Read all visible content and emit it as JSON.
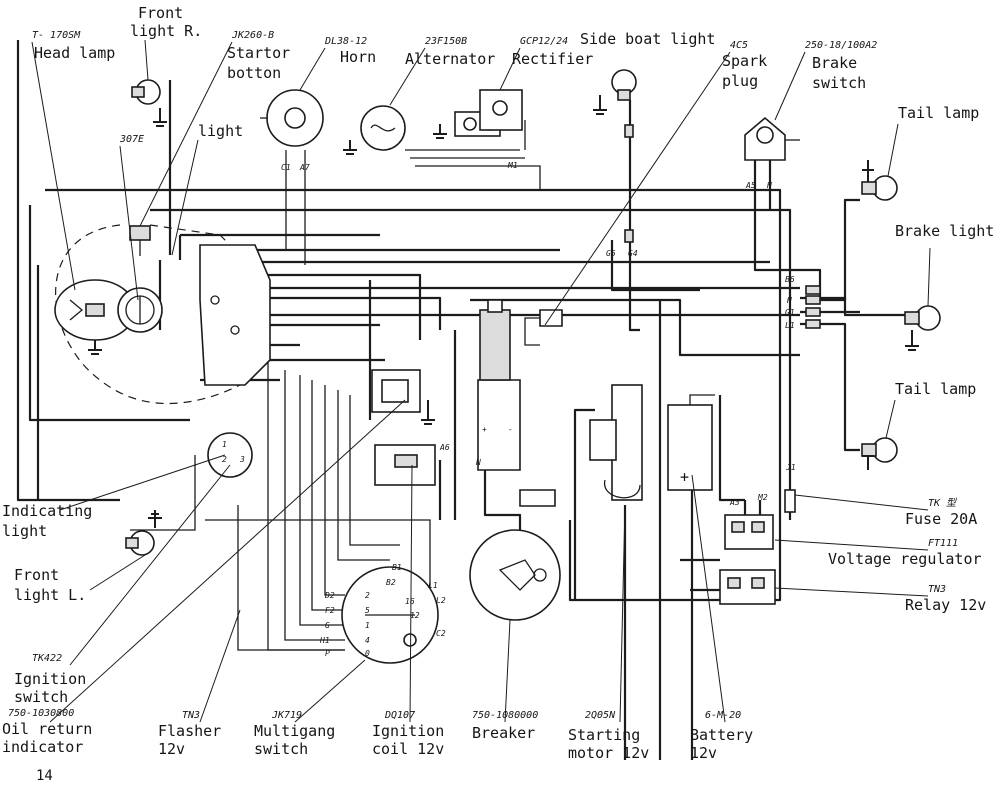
{
  "page_number": "14",
  "components": [
    {
      "id": "head_lamp",
      "code": "T- 170SM",
      "label": [
        "Head lamp"
      ]
    },
    {
      "id": "front_light_r",
      "code": "",
      "label": [
        "Front",
        "light R."
      ]
    },
    {
      "id": "startor_button",
      "code": "JK260-B",
      "label": [
        "Startor",
        "botton"
      ]
    },
    {
      "id": "horn",
      "code": "DL38-12",
      "label": [
        "Horn"
      ]
    },
    {
      "id": "alternator",
      "code": "23F150B",
      "label": [
        "Alternator"
      ]
    },
    {
      "id": "rectifier",
      "code": "GCP12/24",
      "label": [
        "Rectifier"
      ]
    },
    {
      "id": "side_boat_light",
      "code": "",
      "label": [
        "Side boat light"
      ]
    },
    {
      "id": "spark_plug",
      "code": "4C5",
      "label": [
        "Spark",
        "plug"
      ]
    },
    {
      "id": "brake_switch",
      "code": "250-18/100A2",
      "label": [
        "Brake",
        "switch"
      ]
    },
    {
      "id": "tail_lamp_upper",
      "code": "",
      "label": [
        "Tail lamp"
      ]
    },
    {
      "id": "brake_light",
      "code": "",
      "label": [
        "Brake light"
      ]
    },
    {
      "id": "tail_lamp_lower",
      "code": "",
      "label": [
        "Tail lamp"
      ]
    },
    {
      "id": "speedometer_light",
      "code": "307E",
      "label": [
        "light"
      ]
    },
    {
      "id": "indicating_light",
      "code": "",
      "label": [
        "Indicating",
        "light"
      ]
    },
    {
      "id": "front_light_l",
      "code": "",
      "label": [
        "Front",
        "light L."
      ]
    },
    {
      "id": "fuse",
      "code": "TK 型",
      "label": [
        "Fuse 20A"
      ]
    },
    {
      "id": "voltage_regulator",
      "code": "FT111",
      "label": [
        "Voltage regulator"
      ]
    },
    {
      "id": "relay",
      "code": "TN3",
      "label": [
        "Relay 12v"
      ]
    },
    {
      "id": "ignition_switch",
      "code": "TK422",
      "label": [
        "Ignition",
        "switch"
      ]
    },
    {
      "id": "oil_return_indicator",
      "code": "750-1030800",
      "label": [
        "Oil return",
        "indicator"
      ]
    },
    {
      "id": "flasher",
      "code": "TN3",
      "label": [
        "Flasher",
        "12v"
      ]
    },
    {
      "id": "multigang_switch",
      "code": "JK719",
      "label": [
        "Multigang",
        "switch"
      ]
    },
    {
      "id": "ignition_coil",
      "code": "DQ107",
      "label": [
        "Ignition",
        "coil 12v"
      ]
    },
    {
      "id": "breaker",
      "code": "750-1080000",
      "label": [
        "Breaker"
      ]
    },
    {
      "id": "starting_motor",
      "code": "2Q05N",
      "label": [
        "Starting",
        "motor 12v"
      ]
    },
    {
      "id": "battery",
      "code": "6-M-20",
      "label": [
        "Battery",
        "12v"
      ]
    }
  ],
  "terminal_marks": {
    "switch_rows": [
      "D2",
      "F2",
      "G",
      "H1",
      "P"
    ],
    "switch_pins": [
      "2",
      "5",
      "1",
      "4",
      "0"
    ],
    "switch_top": [
      "B1",
      "B2",
      "16",
      "12",
      "L2",
      "C2",
      "L1"
    ],
    "horn_pins": [
      "C1",
      "A7"
    ],
    "brake_switch_pins": [
      "A5",
      "H"
    ],
    "harness_right": [
      "B6",
      "H",
      "G1",
      "L1"
    ],
    "regulator_pins": [
      "A3",
      "M2"
    ],
    "fuse_pin": "J1",
    "indicator_pins": [
      "1",
      "2",
      "3"
    ],
    "coil_pins": [
      "+",
      "-",
      "A6",
      "N"
    ],
    "rectifier_pin": "M1",
    "side_light_pins": [
      "G5",
      "G4"
    ]
  }
}
